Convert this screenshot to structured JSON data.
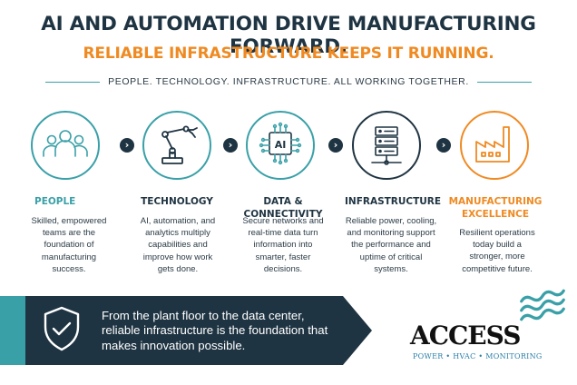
{
  "header": {
    "title": "AI AND AUTOMATION DRIVE MANUFACTURING FORWARD.",
    "subtitle": "RELIABLE INFRASTRUCTURE KEEPS IT RUNNING.",
    "tagline": "PEOPLE. TECHNOLOGY. INFRASTRUCTURE. ALL WORKING TOGETHER."
  },
  "columns": [
    {
      "icon": "people-group-icon",
      "heading": "PEOPLE",
      "lines": [
        "Skilled, empowered",
        "teams are the",
        "foundation of",
        "manufacturing",
        "success."
      ]
    },
    {
      "icon": "robotic-arm-icon",
      "heading": "TECHNOLOGY",
      "lines": [
        "AI, automation, and",
        "analytics multiply",
        "capabilities and",
        "improve how work",
        "gets done."
      ]
    },
    {
      "icon": "ai-chip-icon",
      "heading": "DATA & CONNECTIVITY",
      "lines": [
        "Secure networks and",
        "real-time data turn",
        "information into",
        "smarter, faster",
        "decisions."
      ]
    },
    {
      "icon": "server-rack-icon",
      "heading": "INFRASTRUCTURE",
      "lines": [
        "Reliable power, cooling,",
        "and monitoring support",
        "the performance and",
        "uptime of critical",
        "systems."
      ]
    },
    {
      "icon": "factory-icon",
      "heading_lines": [
        "MANUFACTURING",
        "EXCELLENCE"
      ],
      "lines": [
        "Resilient operations",
        "today build a",
        "stronger, more",
        "competitive future."
      ]
    }
  ],
  "banner": {
    "icon": "shield-check-icon",
    "lines": [
      "From the plant floor to the data center,",
      "reliable infrastructure is the foundation that",
      "makes innovation possible."
    ]
  },
  "logo": {
    "word": "ACCESS",
    "sub": "POWER • HVAC • MONITORING"
  },
  "colors": {
    "navy": "#1f3442",
    "teal": "#3aa0a8",
    "orange": "#ef8a22"
  }
}
